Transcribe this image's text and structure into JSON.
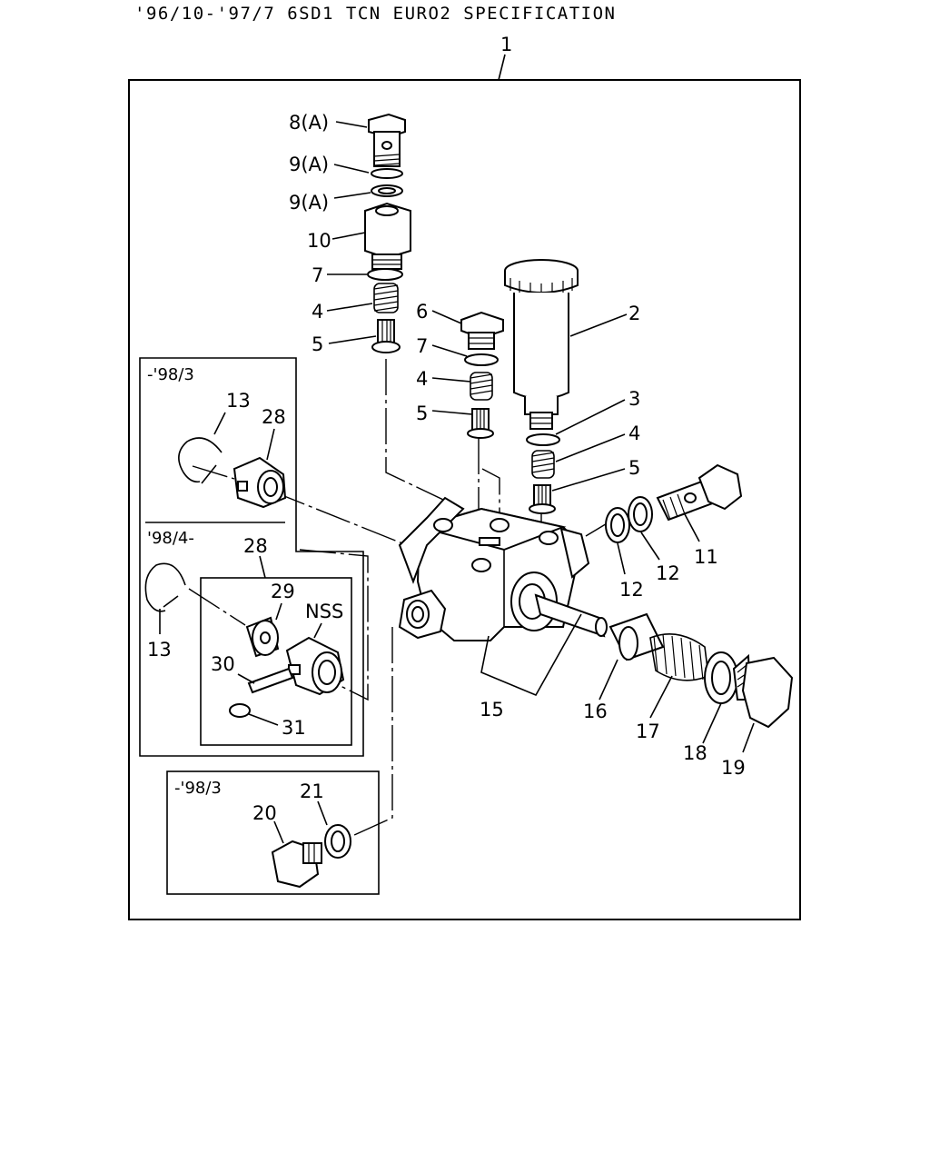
{
  "header": {
    "title": "'96/10-'97/7 6SD1 TCN EURO2 SPECIFICATION"
  },
  "callouts": {
    "c1": "1",
    "c8a": "8(A)",
    "c9a_1": "9(A)",
    "c9a_2": "9(A)",
    "c10": "10",
    "c7a": "7",
    "c4a": "4",
    "c5a": "5",
    "c6": "6",
    "c7b": "7",
    "c4b": "4",
    "c5b": "5",
    "c2": "2",
    "c3": "3",
    "c4c": "4",
    "c5c": "5",
    "c11": "11",
    "c12a": "12",
    "c12b": "12",
    "c13a": "13",
    "c28a": "28",
    "c28b": "28",
    "c13b": "13",
    "c29": "29",
    "nss": "NSS",
    "c30": "30",
    "c31": "31",
    "c15": "15",
    "c16": "16",
    "c17": "17",
    "c18": "18",
    "c19": "19",
    "c20": "20",
    "c21": "21"
  },
  "groups": {
    "early_upper": "-'98/3",
    "late": "'98/4-",
    "early_lower": "-'98/3"
  }
}
